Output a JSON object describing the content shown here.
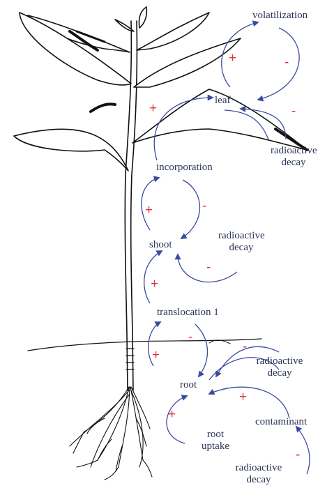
{
  "labels": {
    "volatilization": "volatilization",
    "leaf": "leaf",
    "radioactive_decay_leaf": [
      "radioactive",
      "decay"
    ],
    "incorporation": "incorporation",
    "shoot": "shoot",
    "radioactive_decay_shoot": [
      "radioactive",
      "decay"
    ],
    "translocation": "translocation 1",
    "root": "root",
    "radioactive_decay_root": [
      "radioactive",
      "decay"
    ],
    "contaminant": "contaminant",
    "root_uptake": [
      "root",
      "uptake"
    ],
    "radioactive_decay_contaminant": [
      "radioactive",
      "decay"
    ]
  },
  "signs": {
    "plus": "+",
    "minus": "-"
  },
  "colors": {
    "label_text": "#2b3358",
    "arrow": "#3a4aa0",
    "plus": "#e0323c",
    "minus": "#e0323c",
    "plant_outline": "#111111"
  }
}
